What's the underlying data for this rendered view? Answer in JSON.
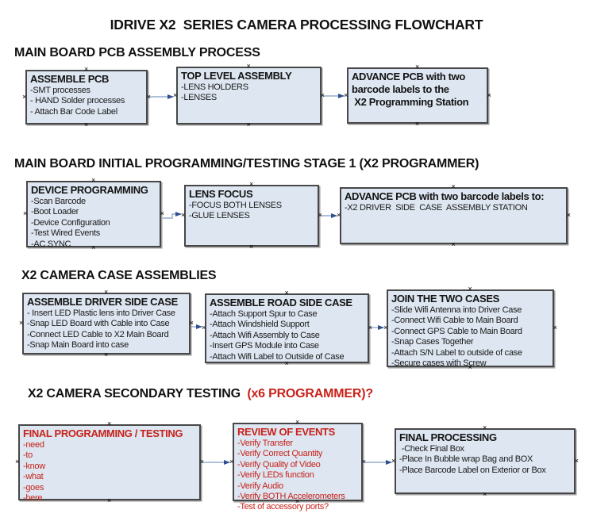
{
  "title": "IDRIVE X2  SERIES CAMERA PROCESSING FLOWCHART",
  "handle_glyph": "×",
  "colors": {
    "box_fill": "#dde6f1",
    "box_border": "#474747",
    "connector_line": "#95abcc",
    "connector_arrow": "#2f4f8e",
    "accent_red": "#c8221a",
    "text_black": "#141414"
  },
  "sections": {
    "s1": {
      "header": "MAIN BOARD PCB ASSEMBLY PROCESS"
    },
    "s2": {
      "header": "MAIN BOARD INITIAL PROGRAMMING/TESTING STAGE 1 (X2 PROGRAMMER)"
    },
    "s3": {
      "header": "X2 CAMERA CASE ASSEMBLIES"
    },
    "s4": {
      "header_black": "X2 CAMERA SECONDARY TESTING ",
      "header_red": " (x6 PROGRAMMER)?"
    }
  },
  "boxes": {
    "assemble_pcb": {
      "title": "ASSEMBLE PCB",
      "items": [
        "-SMT processes",
        "- HAND Solder processes",
        "- Attach Bar Code Label"
      ]
    },
    "top_level_assembly": {
      "title": "TOP LEVEL ASSEMBLY",
      "items": [
        "-LENS HOLDERS",
        "-LENSES"
      ]
    },
    "advance_pcb_programming": {
      "title": "ADVANCE PCB with two\nbarcode labels to the\n X2 Programming Station",
      "items": []
    },
    "device_programming": {
      "title": "DEVICE PROGRAMMING",
      "items": [
        "-Scan Barcode",
        "-Boot Loader",
        "-Device Configuration",
        "-Test Wired Events",
        "-AC SYNC"
      ]
    },
    "lens_focus": {
      "title": "LENS FOCUS",
      "items": [
        "-FOCUS BOTH LENSES",
        "-GLUE LENSES"
      ]
    },
    "advance_pcb_driver": {
      "title": "ADVANCE PCB with two barcode labels to:",
      "items": [
        "-X2 DRIVER  SIDE  CASE  ASSEMBLY STATION"
      ]
    },
    "assemble_driver_side": {
      "title": "ASSEMBLE DRIVER SIDE CASE",
      "items": [
        "- Insert LED Plastic lens into Driver Case",
        "-Snap LED Board with Cable into Case",
        "-Connect LED Cable to X2 Main Board",
        "-Snap Main Board into case"
      ]
    },
    "assemble_road_side": {
      "title": "ASSEMBLE ROAD SIDE CASE",
      "items": [
        "-Attach Support Spur to Case",
        "-Attach Windshield Support",
        "-Attach Wifi Assembly to Case",
        "-Insert GPS Module into Case",
        "-Attach Wifi Label to Outside of Case"
      ]
    },
    "join_two_cases": {
      "title": "JOIN THE TWO CASES",
      "items": [
        "-Slide Wifi Antenna into Driver Case",
        "-Connect Wifi Cable to Main Board",
        "-Connect GPS Cable to Main Board",
        "-Snap Cases Together",
        "-Attach S/N Label to outside of case",
        "-Secure cases with Screw"
      ]
    },
    "final_programming": {
      "title": "FINAL PROGRAMMING / TESTING",
      "items": [
        "-need",
        "-to",
        "-know",
        "-what",
        "-goes",
        "-here"
      ]
    },
    "review_of_events": {
      "title": "REVIEW OF EVENTS",
      "items": [
        "-Verify Transfer",
        "-Verify Correct Quantity",
        "-Verify Quality of Video",
        "-Verify LEDs function",
        "-Verify Audio",
        "-Verify BOTH Accelerometers",
        "-Test of accessory ports?"
      ]
    },
    "final_processing": {
      "title": "FINAL PROCESSING",
      "items": [
        " -Check Final Box",
        "-Place In Bubble wrap Bag and BOX",
        "-Place Barcode Label on Exterior or Box"
      ]
    }
  }
}
